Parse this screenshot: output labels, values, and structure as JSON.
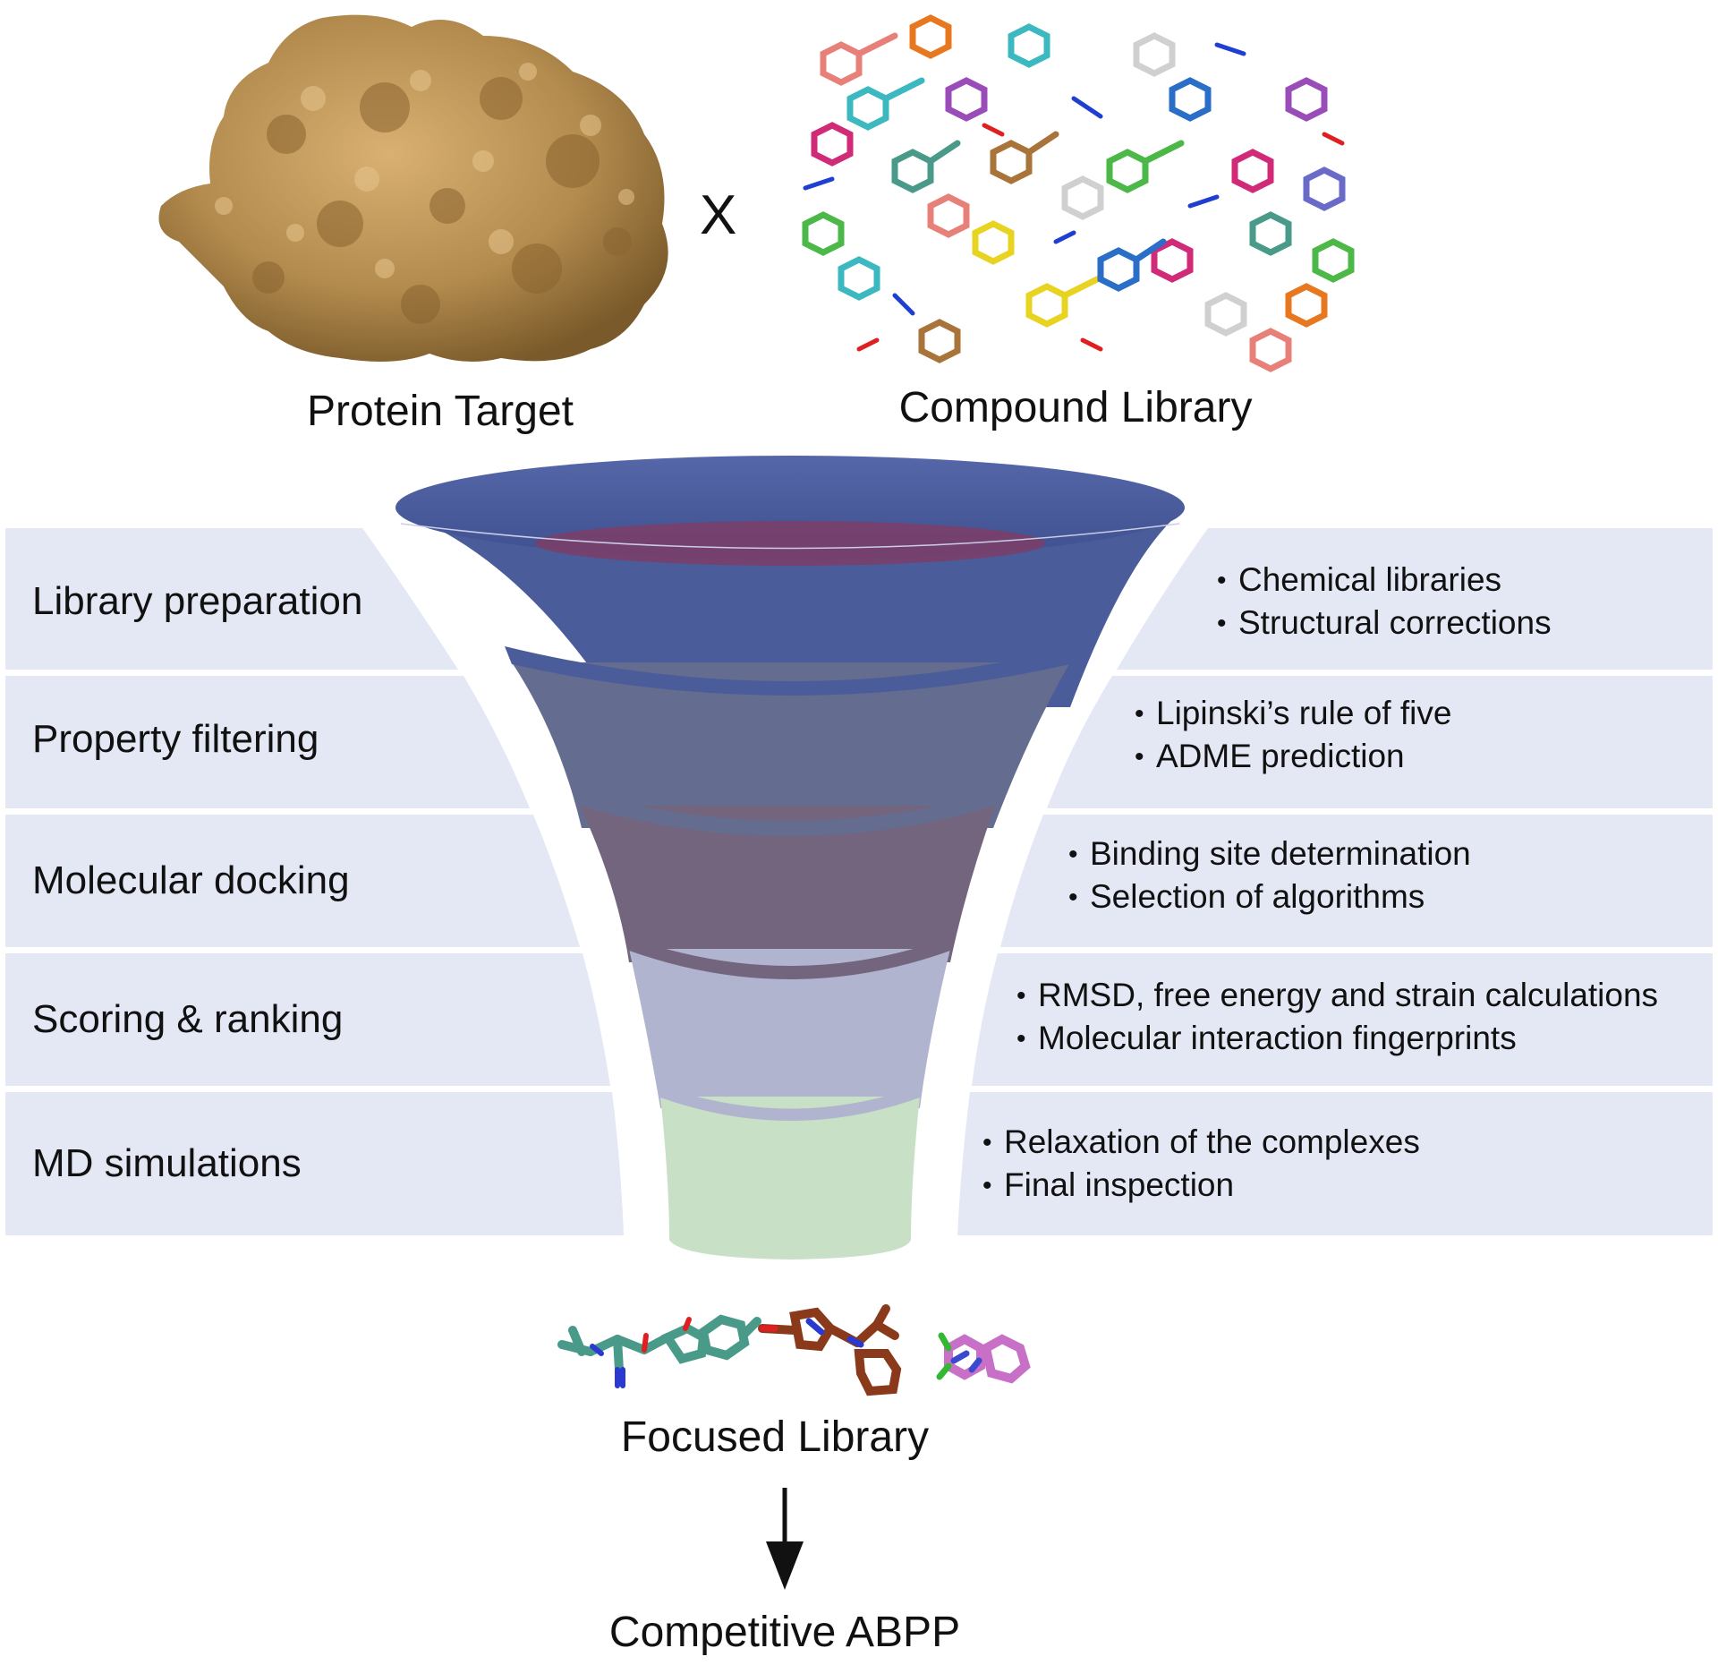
{
  "header": {
    "protein_label": "Protein Target",
    "times_symbol": "X",
    "library_label": "Compound Library"
  },
  "stages": [
    {
      "label": "Library preparation",
      "bullets": [
        "Chemical libraries",
        "Structural corrections"
      ],
      "color": "#4a5c9a"
    },
    {
      "label": "Property filtering",
      "bullets": [
        "Lipinski’s rule of five",
        "ADME prediction"
      ],
      "color": "#646d8f"
    },
    {
      "label": "Molecular docking",
      "bullets": [
        "Binding site determination",
        "Selection of algorithms"
      ],
      "color": "#74657f"
    },
    {
      "label": "Scoring & ranking",
      "bullets": [
        "RMSD, free energy and strain calculations",
        "Molecular interaction fingerprints"
      ],
      "color": "#b0b4cf"
    },
    {
      "label": "MD simulations",
      "bullets": [
        "Relaxation of the complexes",
        "Final inspection"
      ],
      "color": "#c8e0c6"
    }
  ],
  "output": {
    "focused_label": "Focused Library",
    "final_label": "Competitive ABPP"
  },
  "colors": {
    "band_bg": "#e4e7f4",
    "protein": "#b38b4e",
    "funnel_rim": "#4a5c9a",
    "funnel_inner": "#7a3f6a"
  },
  "icons": [
    "protein-surface-icon",
    "compound-library-icon",
    "funnel-icon",
    "focused-molecule-icon",
    "down-arrow-icon"
  ]
}
